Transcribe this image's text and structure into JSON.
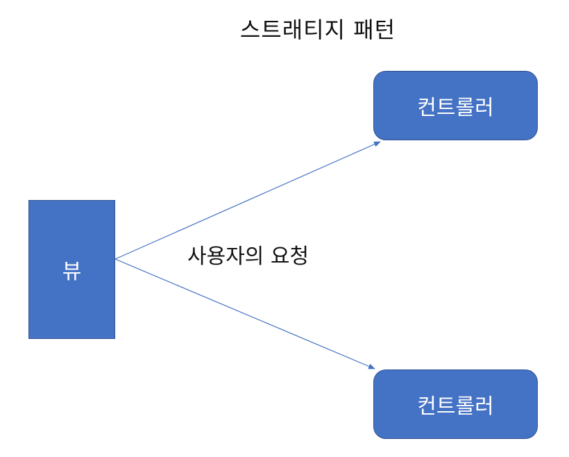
{
  "title": "스트래티지 패턴",
  "nodes": {
    "view": {
      "label": "뷰"
    },
    "controller_top": {
      "label": "컨트롤러"
    },
    "controller_bottom": {
      "label": "컨트롤러"
    }
  },
  "edge_label": "사용자의 요청",
  "colors": {
    "node_fill": "#4472C4",
    "node_border": "#2F528F",
    "arrow": "#4472C4"
  }
}
